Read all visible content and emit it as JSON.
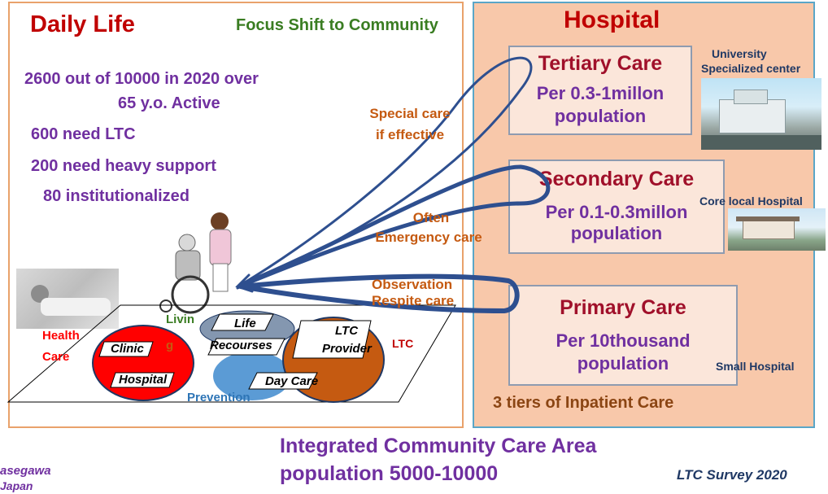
{
  "left": {
    "title": "Daily Life",
    "focus": "Focus Shift to Community",
    "stats": [
      "2600 out of 10000 in 2020  over",
      "65 y.o. Active",
      "600 need LTC",
      "200 need heavy support",
      "80 institutionalized"
    ]
  },
  "right": {
    "title": "Hospital",
    "tiers": [
      {
        "name": "Tertiary Care",
        "line1": "Per 0.3-1millon",
        "line2": "population",
        "facility": [
          "University",
          "Specialized center"
        ]
      },
      {
        "name": "Secondary Care",
        "line1": "Per 0.1-0.3millon",
        "line2": "population",
        "facility": [
          "Core local Hospital"
        ]
      },
      {
        "name": "Primary Care",
        "line1": "Per 10thousand",
        "line2": "population",
        "facility": [
          "Small Hospital"
        ]
      }
    ],
    "footer": "3 tiers of Inpatient Care"
  },
  "arrows": {
    "special": [
      "Special care",
      "if effective"
    ],
    "emergency": [
      "Often",
      "Emergency care"
    ],
    "observation": [
      "Observation",
      "Respite care"
    ]
  },
  "community": {
    "health_care": [
      "Health",
      "Care"
    ],
    "living": [
      "Livin",
      "g"
    ],
    "ltc_label": "LTC",
    "prevention": "Prevention",
    "clinic": "Clinic",
    "hospital": "Hospital",
    "life_resources": [
      "Life",
      "Recourses"
    ],
    "ltc_provider": [
      "LTC",
      "Provider"
    ],
    "day_care": "Day Care"
  },
  "bottom": {
    "area_line1": "Integrated Community Care Area",
    "area_line2": "population 5000-10000",
    "credit_line1": "asegawa",
    "credit_line2": "Japan",
    "survey": "LTC Survey 2020"
  },
  "colors": {
    "purple": "#7030a0",
    "orange": "#c55a11",
    "maroon": "#a0102a",
    "navy": "#1f3864",
    "hospital_bg": "#f8c8aa",
    "arrow": "#2e4f8f"
  }
}
